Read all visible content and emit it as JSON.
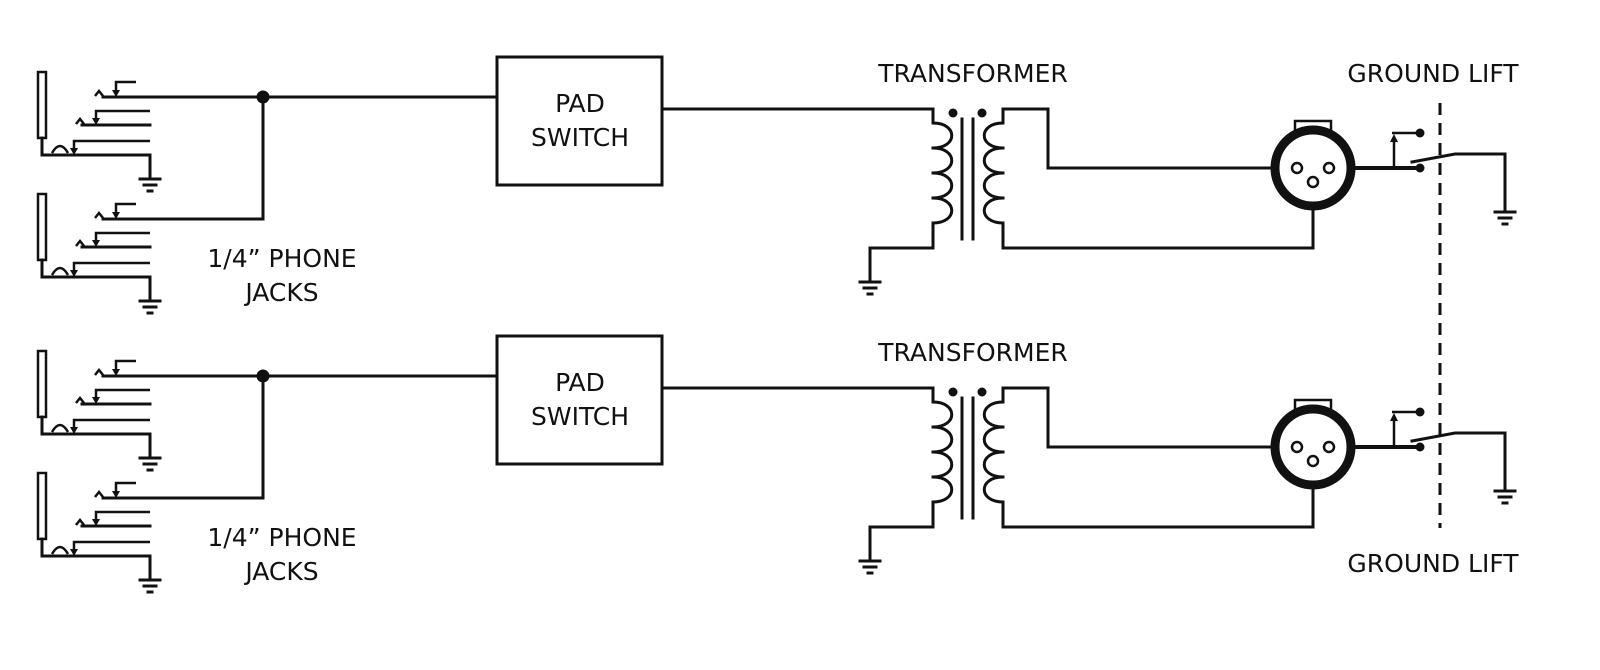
{
  "diagram": {
    "type": "audio-circuit-schematic",
    "line_color": "#111111",
    "background": "#ffffff",
    "channels": [
      {
        "id": "channel-1",
        "jacks_label_line1": "1/4” PHONE",
        "jacks_label_line2": "JACKS",
        "jack_count": 2,
        "pad_label_line1": "PAD",
        "pad_label_line2": "SWITCH",
        "transformer_label": "TRANSFORMER",
        "output_connector": "XLR",
        "ground_lift_label": "GROUND LIFT"
      },
      {
        "id": "channel-2",
        "jacks_label_line1": "1/4” PHONE",
        "jacks_label_line2": "JACKS",
        "jack_count": 2,
        "pad_label_line1": "PAD",
        "pad_label_line2": "SWITCH",
        "transformer_label": "TRANSFORMER",
        "output_connector": "XLR",
        "ground_lift_label": "GROUND LIFT"
      }
    ],
    "components": {
      "jack": "phone-jack-icon",
      "junction": "junction-dot",
      "transformer": "transformer-icon",
      "xlr": "xlr-connector-icon",
      "switch": "spdt-switch-icon",
      "ground": "ground-icon",
      "shield_boundary": "dashed-boundary"
    }
  }
}
